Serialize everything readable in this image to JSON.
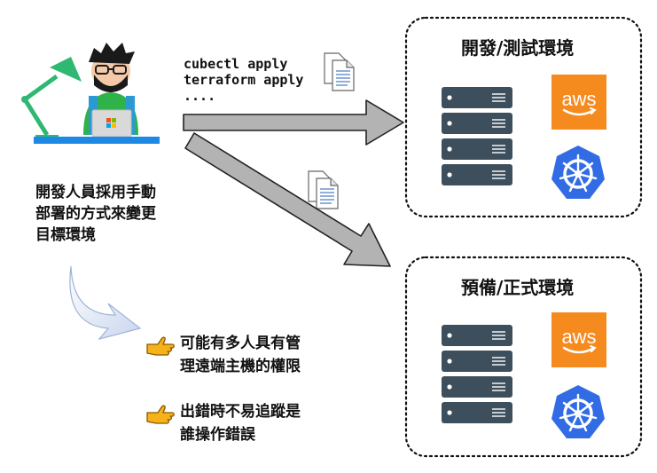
{
  "commands": [
    "cubectl apply",
    "terraform apply",
    "...."
  ],
  "developer_description": [
    "開發人員採用手動",
    "部署的方式來變更",
    "目標環境"
  ],
  "environments": [
    {
      "title": "開發/測試環境",
      "cloud": "aws"
    },
    {
      "title": "預備/正式環境",
      "cloud": "aws"
    }
  ],
  "notes": [
    {
      "lines": [
        "可能有多人具有管",
        "理遠端主機的權限"
      ]
    },
    {
      "lines": [
        "出錯時不易追蹤是",
        "誰操作錯誤"
      ]
    }
  ],
  "colors": {
    "server": "#3d4f5c",
    "aws_bg": "#f58a1f",
    "k8s": "#326ce5",
    "arrow": "#b3b3b3",
    "lamp": "#2eb872",
    "shirt": "#30b24a",
    "hand_icon": "#f6b21b"
  },
  "icons": [
    "desk-lamp-icon",
    "developer-icon",
    "laptop-icon",
    "document-icon",
    "server-icon",
    "aws-logo",
    "kubernetes-icon",
    "pointing-hand-icon"
  ]
}
